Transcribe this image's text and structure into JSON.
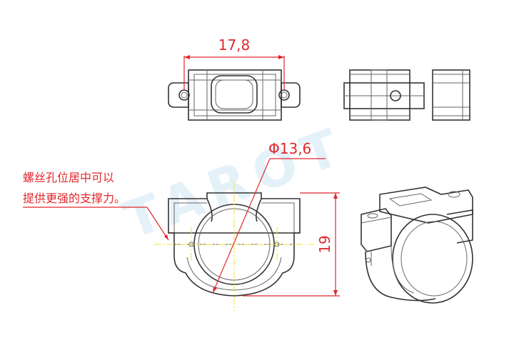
{
  "watermark": "TAROT",
  "dimensions": {
    "width": "17,8",
    "diameter": "Φ13,6",
    "height": "19"
  },
  "note": {
    "line1": "螺丝孔位居中可以",
    "line2": "提供更强的支撑力。"
  },
  "colors": {
    "dimension": "#e0282e",
    "outline": "#333333",
    "centerline": "#f2e23a",
    "watermark": "#cfe6f5"
  }
}
